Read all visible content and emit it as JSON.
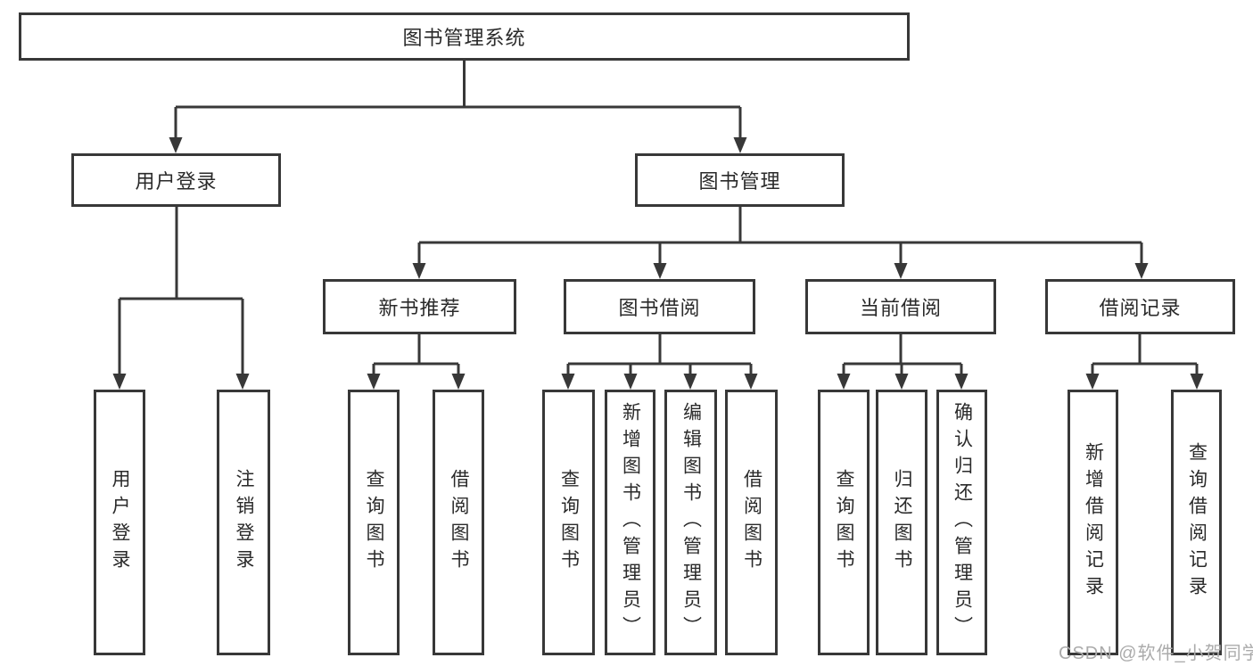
{
  "title": "图书管理系统",
  "tree": {
    "root": {
      "label": "图书管理系统",
      "children": [
        {
          "label": "用户登录",
          "children": [
            {
              "label": "用户登录"
            },
            {
              "label": "注销登录"
            }
          ]
        },
        {
          "label": "图书管理",
          "children": [
            {
              "label": "新书推荐",
              "children": [
                {
                  "label": "查询图书"
                },
                {
                  "label": "借阅图书"
                }
              ]
            },
            {
              "label": "图书借阅",
              "children": [
                {
                  "label": "查询图书"
                },
                {
                  "label": "新增图书（管理员）"
                },
                {
                  "label": "编辑图书（管理员）"
                },
                {
                  "label": "借阅图书"
                }
              ]
            },
            {
              "label": "当前借阅",
              "children": [
                {
                  "label": "查询图书"
                },
                {
                  "label": "归还图书"
                },
                {
                  "label": "确认归还（管理员）"
                }
              ]
            },
            {
              "label": "借阅记录",
              "children": [
                {
                  "label": "新增借阅记录"
                },
                {
                  "label": "查询借阅记录"
                }
              ]
            }
          ]
        }
      ]
    }
  },
  "watermark": "CSDN @软件_小贺同学",
  "colors": {
    "line": "#383838",
    "text": "#2a2a2a",
    "background": "#ffffff",
    "watermark": "#ababab"
  }
}
